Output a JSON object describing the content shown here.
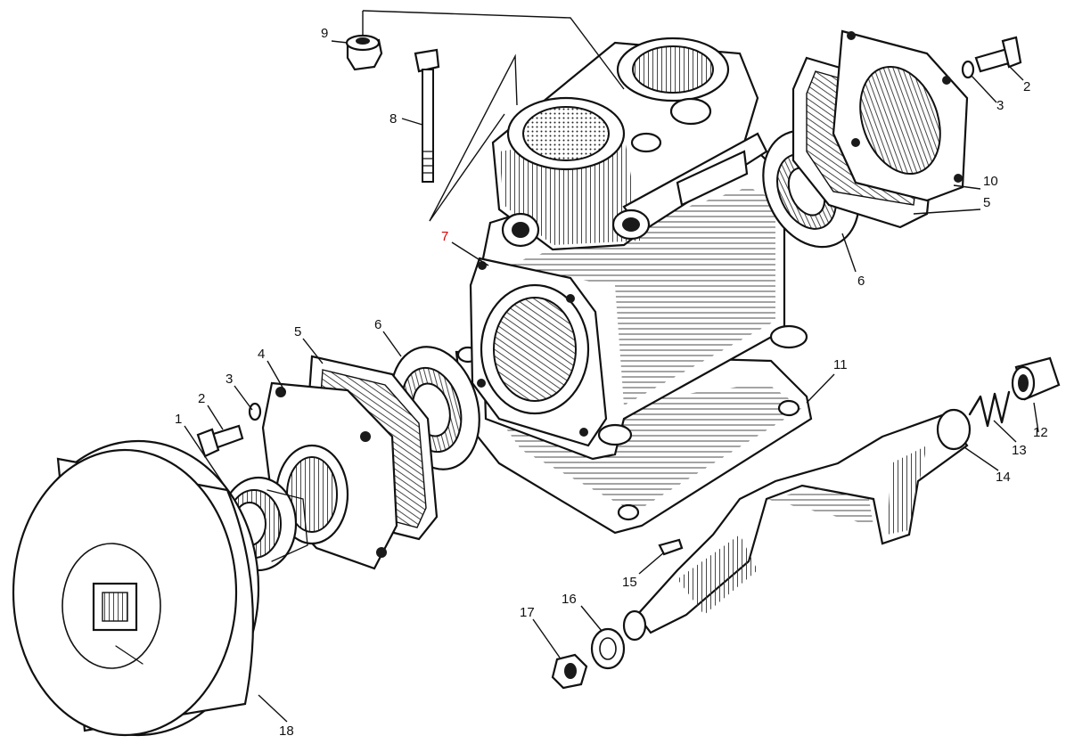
{
  "callouts": [
    {
      "id": "c1",
      "text": "1"
    },
    {
      "id": "c2a",
      "text": "2"
    },
    {
      "id": "c2b",
      "text": "2"
    },
    {
      "id": "c3a",
      "text": "3"
    },
    {
      "id": "c3b",
      "text": "3"
    },
    {
      "id": "c4",
      "text": "4"
    },
    {
      "id": "c5a",
      "text": "5"
    },
    {
      "id": "c5b",
      "text": "5"
    },
    {
      "id": "c6a",
      "text": "6"
    },
    {
      "id": "c6b",
      "text": "6"
    },
    {
      "id": "c7",
      "text": "7",
      "color": "#d40000"
    },
    {
      "id": "c8",
      "text": "8"
    },
    {
      "id": "c9",
      "text": "9"
    },
    {
      "id": "c10",
      "text": "10"
    },
    {
      "id": "c11",
      "text": "11"
    },
    {
      "id": "c12",
      "text": "12"
    },
    {
      "id": "c13",
      "text": "13"
    },
    {
      "id": "c14",
      "text": "14"
    },
    {
      "id": "c15",
      "text": "15"
    },
    {
      "id": "c16",
      "text": "16"
    },
    {
      "id": "c17",
      "text": "17"
    },
    {
      "id": "c18",
      "text": "18"
    }
  ],
  "colors": {
    "ink": "#111111",
    "highlight_label": "#d40000",
    "paper": "#ffffff"
  }
}
